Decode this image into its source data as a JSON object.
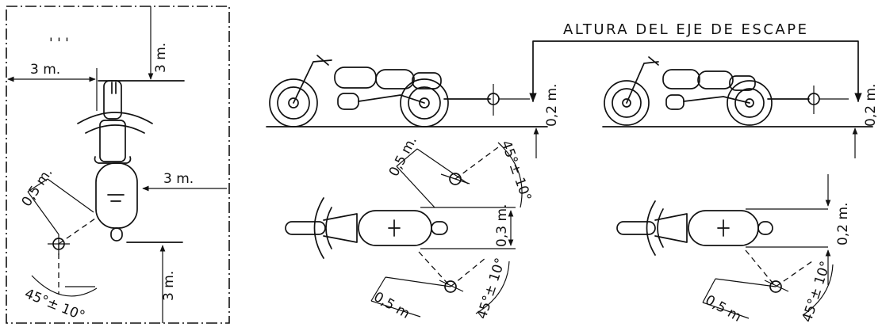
{
  "title": "ALTURA DEL EJE DE ESCAPE",
  "left_panel": {
    "top_mark": "' ' '",
    "d_left": "3 m.",
    "d_top": "3 m.",
    "d_right": "3 m.",
    "d_bottom": "3 m.",
    "d_diag": "0,5 m.",
    "angle": "45°± 10°"
  },
  "side_view_a": {
    "height": "0,2 m."
  },
  "side_view_b": {
    "height": "0,2 m."
  },
  "plan_view_a": {
    "d_upper": "0,5 m.",
    "a_upper": "45°± 10°",
    "d_center": "0,3 m.",
    "d_lower": "0,5 m",
    "a_lower": "45°± 10°"
  },
  "plan_view_b": {
    "d_center": "0,2 m.",
    "d_lower": "0,5 m",
    "a_lower": "45°± 10°"
  }
}
